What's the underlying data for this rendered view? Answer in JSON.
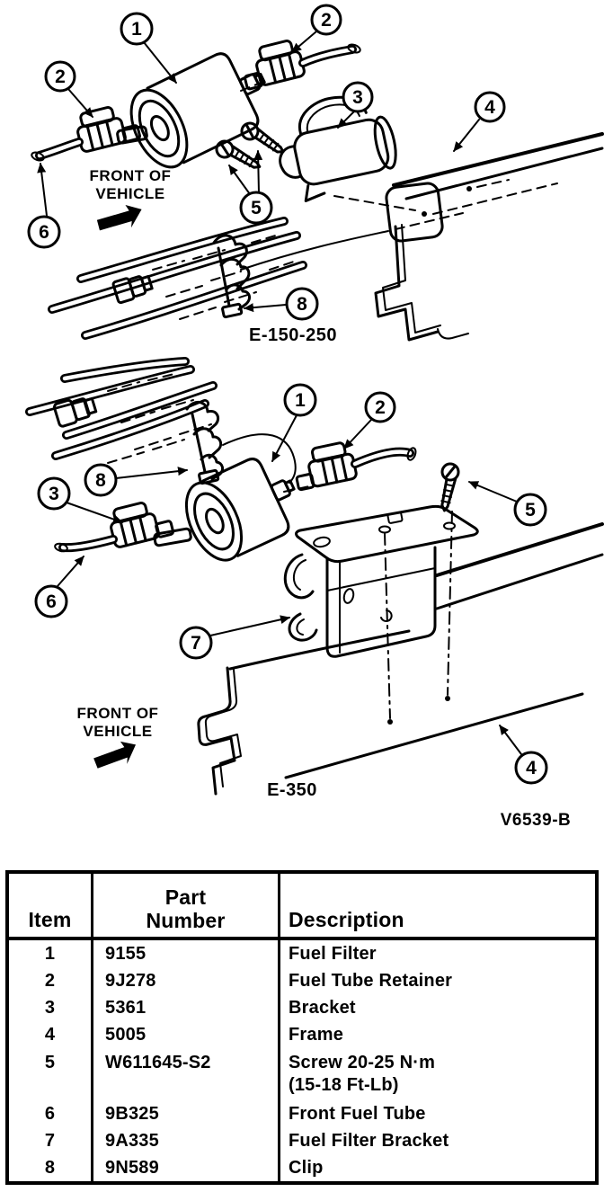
{
  "figure": {
    "code_label": "V6539-B",
    "diagram_top": {
      "caption": "E-150-250",
      "front_line1": "FRONT OF",
      "front_line2": "VEHICLE",
      "callouts": {
        "c1": "1",
        "c2a": "2",
        "c2b": "2",
        "c3": "3",
        "c4": "4",
        "c5": "5",
        "c6": "6",
        "c8": "8"
      }
    },
    "diagram_bottom": {
      "caption": "E-350",
      "front_line1": "FRONT OF",
      "front_line2": "VEHICLE",
      "callouts": {
        "c1": "1",
        "c2": "2",
        "c3": "3",
        "c4": "4",
        "c5": "5",
        "c6": "6",
        "c7": "7",
        "c8": "8"
      }
    }
  },
  "parts_table": {
    "columns": {
      "item": "Item",
      "part_line1": "Part",
      "part_line2": "Number",
      "description": "Description"
    },
    "rows": [
      {
        "item": "1",
        "part": "9155",
        "desc": "Fuel Filter"
      },
      {
        "item": "2",
        "part": "9J278",
        "desc": "Fuel Tube Retainer"
      },
      {
        "item": "3",
        "part": "5361",
        "desc": "Bracket"
      },
      {
        "item": "4",
        "part": "5005",
        "desc": "Frame"
      },
      {
        "item": "5",
        "part": "W611645-S2",
        "desc": "Screw 20-25 N·m",
        "desc_line2": "(15-18 Ft-Lb)"
      },
      {
        "item": "6",
        "part": "9B325",
        "desc": "Front Fuel Tube"
      },
      {
        "item": "7",
        "part": "9A335",
        "desc": "Fuel Filter Bracket"
      },
      {
        "item": "8",
        "part": "9N589",
        "desc": "Clip"
      }
    ]
  }
}
